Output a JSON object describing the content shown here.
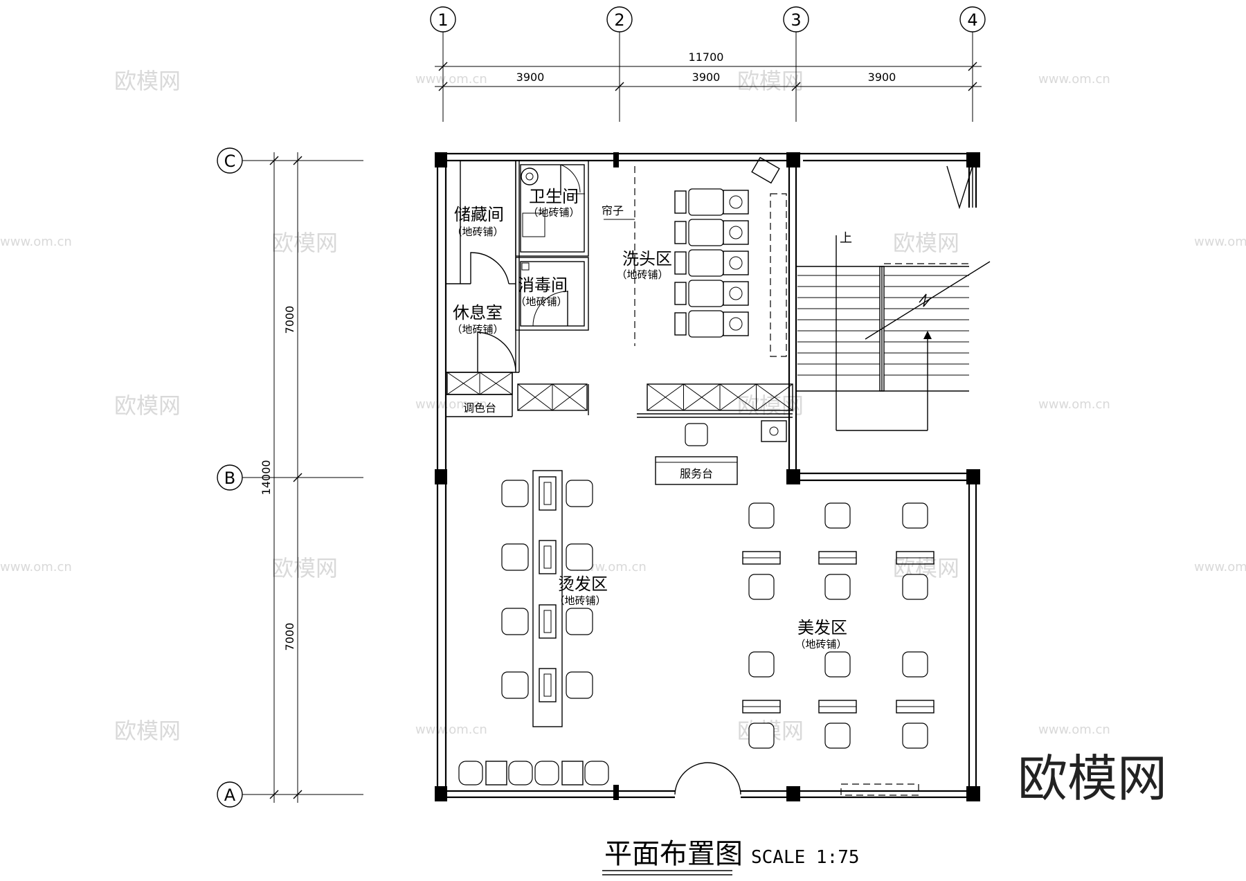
{
  "plan": {
    "axes_x": [
      "1",
      "2",
      "3",
      "4"
    ],
    "axes_y": [
      "C",
      "B",
      "A"
    ],
    "dim_total_x": "11700",
    "dims_x": [
      "3900",
      "3900",
      "3900"
    ],
    "dim_total_y": "14000",
    "dims_y": [
      "7000",
      "7000"
    ]
  },
  "rooms": {
    "storage": "储藏间",
    "toilet": "卫生间",
    "sterilize": "消毒间",
    "lounge": "休息室",
    "wash": "洗头区",
    "perm": "烫发区",
    "cut": "美发区",
    "floor_note": "（地砖铺）"
  },
  "labels": {
    "curtain": "帘子",
    "palette": "调色台",
    "service": "服务台",
    "stair_up": "上"
  },
  "title": {
    "main": "平面布置图",
    "scale": "SCALE 1:75"
  },
  "watermark": {
    "brand": "欧模网",
    "url": "www.om.cn"
  }
}
